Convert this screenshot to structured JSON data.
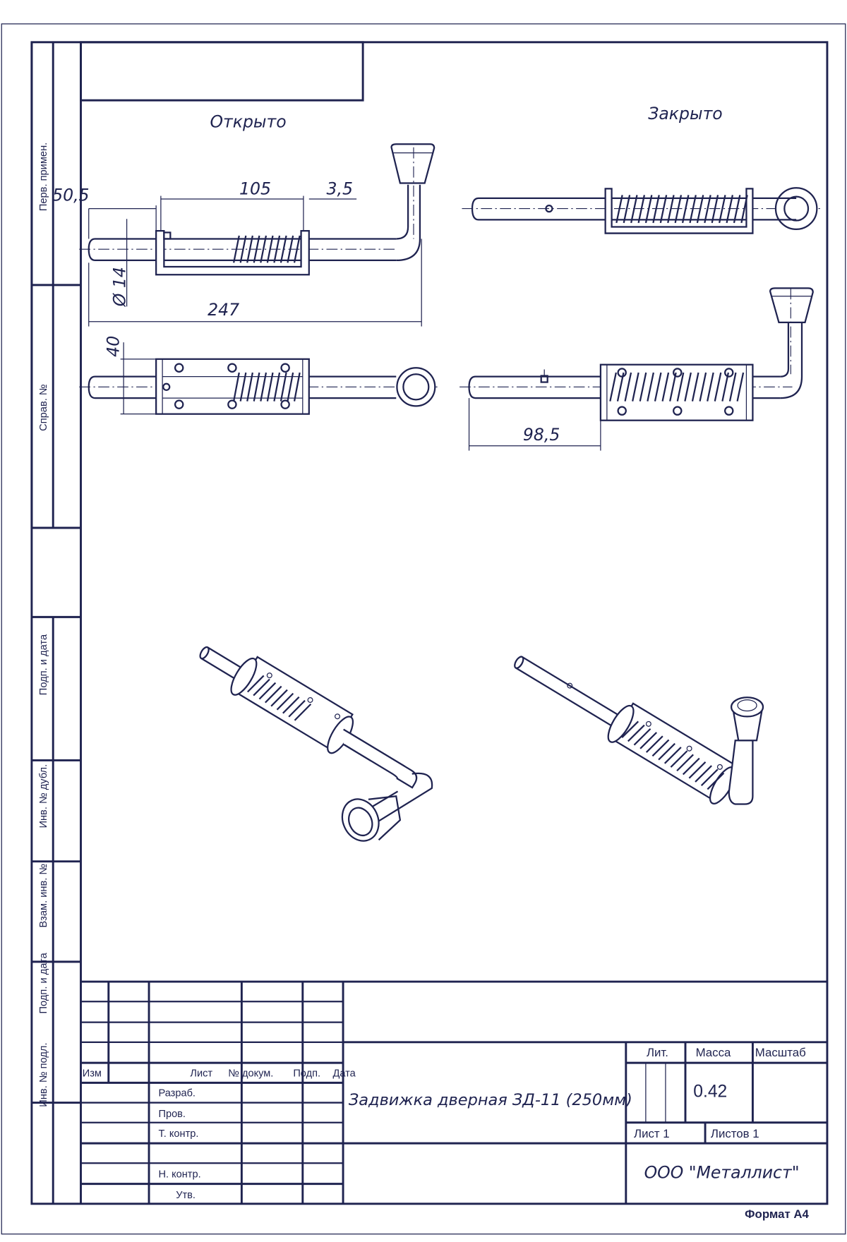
{
  "views": {
    "open_label": "Открыто",
    "closed_label": "Закрыто"
  },
  "dimensions": {
    "offset": "50,5",
    "bracket_length": "105",
    "gap": "3,5",
    "diameter": "Ø 14",
    "overall_length": "247",
    "width": "40",
    "extension": "98,5"
  },
  "side_strip": {
    "labels": [
      "Перв. примен.",
      "Справ. №",
      "Подп. и дата",
      "Инв. № дубл.",
      "Взам. инв. №",
      "Подп. и дата",
      "Инв. № подл."
    ]
  },
  "title_block": {
    "header": {
      "izm": "Изм",
      "list": "Лист",
      "doc_no": "№ докум.",
      "sign": "Подп.",
      "date": "Дата"
    },
    "roles": {
      "developed": "Разраб.",
      "checked": "Пров.",
      "tech_control": "Т. контр.",
      "norm_control": "Н. контр.",
      "approved": "Утв."
    },
    "drawing_title": "Задвижка дверная ЗД-11 (250мм)",
    "lit_label": "Лит.",
    "mass_label": "Масса",
    "scale_label": "Масштаб",
    "mass_value": "0.42",
    "sheet": "Лист 1",
    "sheets": "Листов 1",
    "company": "ООО \"Металлист\"",
    "format": "Формат А4"
  },
  "colors": {
    "ink": "#1f2350",
    "paper": "#ffffff"
  }
}
